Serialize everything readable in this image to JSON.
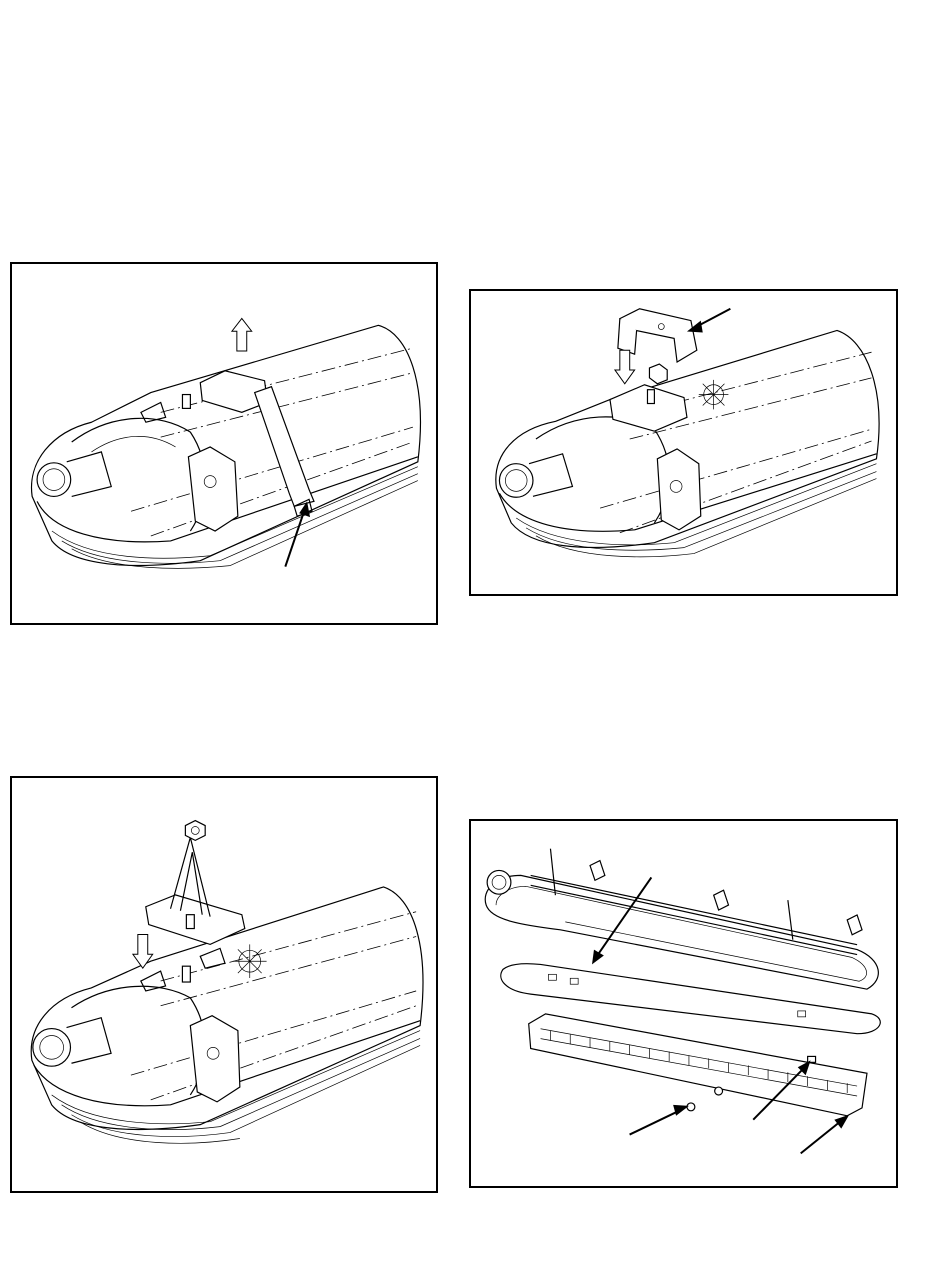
{
  "figures": [
    {
      "id": "fig-remove-band",
      "icons": [
        "up-hollow-arrow-icon",
        "band-pointer-arrow-icon"
      ]
    },
    {
      "id": "fig-attach-bracket",
      "icons": [
        "down-hollow-arrow-icon",
        "bracket-pointer-arrow-icon"
      ]
    },
    {
      "id": "fig-hook-mount",
      "icons": [
        "down-hollow-arrow-icon"
      ]
    },
    {
      "id": "fig-exploded-reflector",
      "icons": [
        "reflector-pointer-arrow-icon",
        "nut-pointer-arrow-icon",
        "clip-pointer-arrow-icon",
        "tray-pointer-arrow-icon"
      ]
    }
  ],
  "colors": {
    "line": "#000000",
    "background": "#ffffff"
  }
}
